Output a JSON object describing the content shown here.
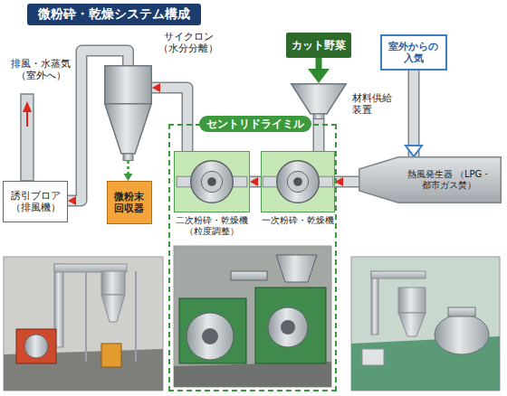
{
  "diagram": {
    "title": "微粉砕・乾燥システム構成",
    "nodes": [
      {
        "text": [
          "カット野菜"
        ]
      },
      {
        "text": [
          "室外からの入気"
        ]
      },
      {
        "text": [
          "サイクロン （水分分離）"
        ]
      },
      {
        "text": [
          "誘引ブロア （排風機）"
        ]
      },
      {
        "text": [
          "微粉末回収器"
        ]
      },
      {
        "text": [
          "セントリドライミル"
        ]
      },
      {
        "text": [
          "二次粉砕・乾燥機 （粒度調整）"
        ],
        "in": 5
      },
      {
        "text": [
          "一次粉砕・乾燥機"
        ],
        "in": 5
      },
      {
        "text": [
          "熱風発生器 （LPG・都市ガス焚）"
        ]
      },
      {
        "text": [
          "材料供給装置"
        ]
      }
    ],
    "edges": [
      {
        "from": 1,
        "to": 8,
        "arrow": "to"
      },
      {
        "from": 0,
        "to": 9,
        "arrow": "to"
      },
      {
        "from": 9,
        "to": 7,
        "arrow": "none"
      },
      {
        "from": 8,
        "to": 7,
        "arrow": "to"
      },
      {
        "from": 7,
        "to": 6,
        "arrow": "to"
      },
      {
        "from": 6,
        "to": 2,
        "arrow": "to"
      },
      {
        "from": 2,
        "to": 4,
        "arrow": "to"
      },
      {
        "from": 2,
        "to": 3,
        "arrow": "to"
      }
    ],
    "labels": [
      "排風・水蒸気 （室外へ）"
    ]
  }
}
